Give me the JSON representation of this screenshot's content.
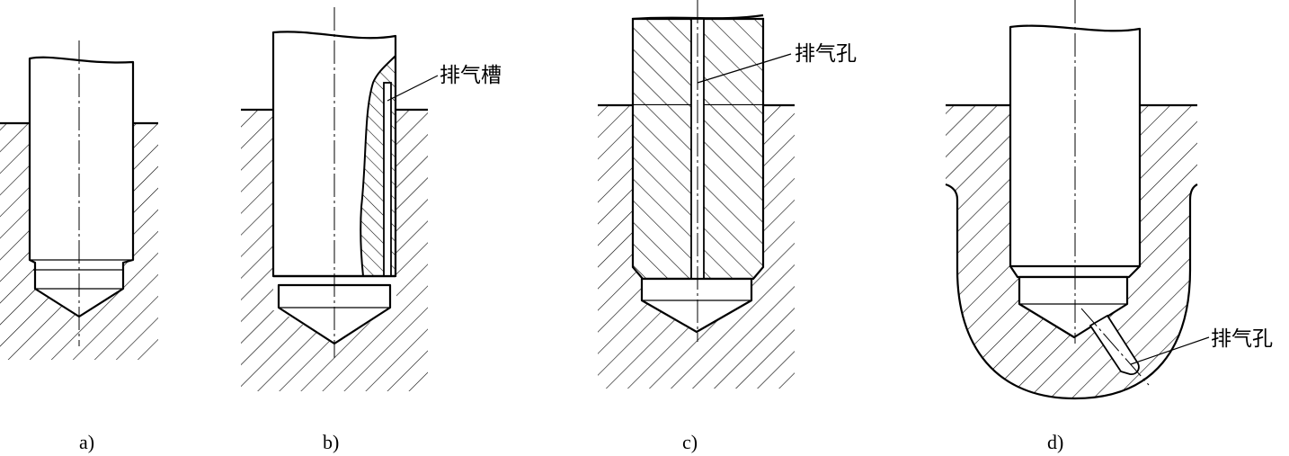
{
  "figure": {
    "panel_a": {
      "caption": "a)"
    },
    "panel_b": {
      "caption": "b)",
      "annotation": "排气槽"
    },
    "panel_c": {
      "caption": "c)",
      "annotation": "排气孔"
    },
    "panel_d": {
      "caption": "d)",
      "annotation": "排气孔"
    }
  },
  "colors": {
    "line": "#000000",
    "background": "#ffffff"
  }
}
